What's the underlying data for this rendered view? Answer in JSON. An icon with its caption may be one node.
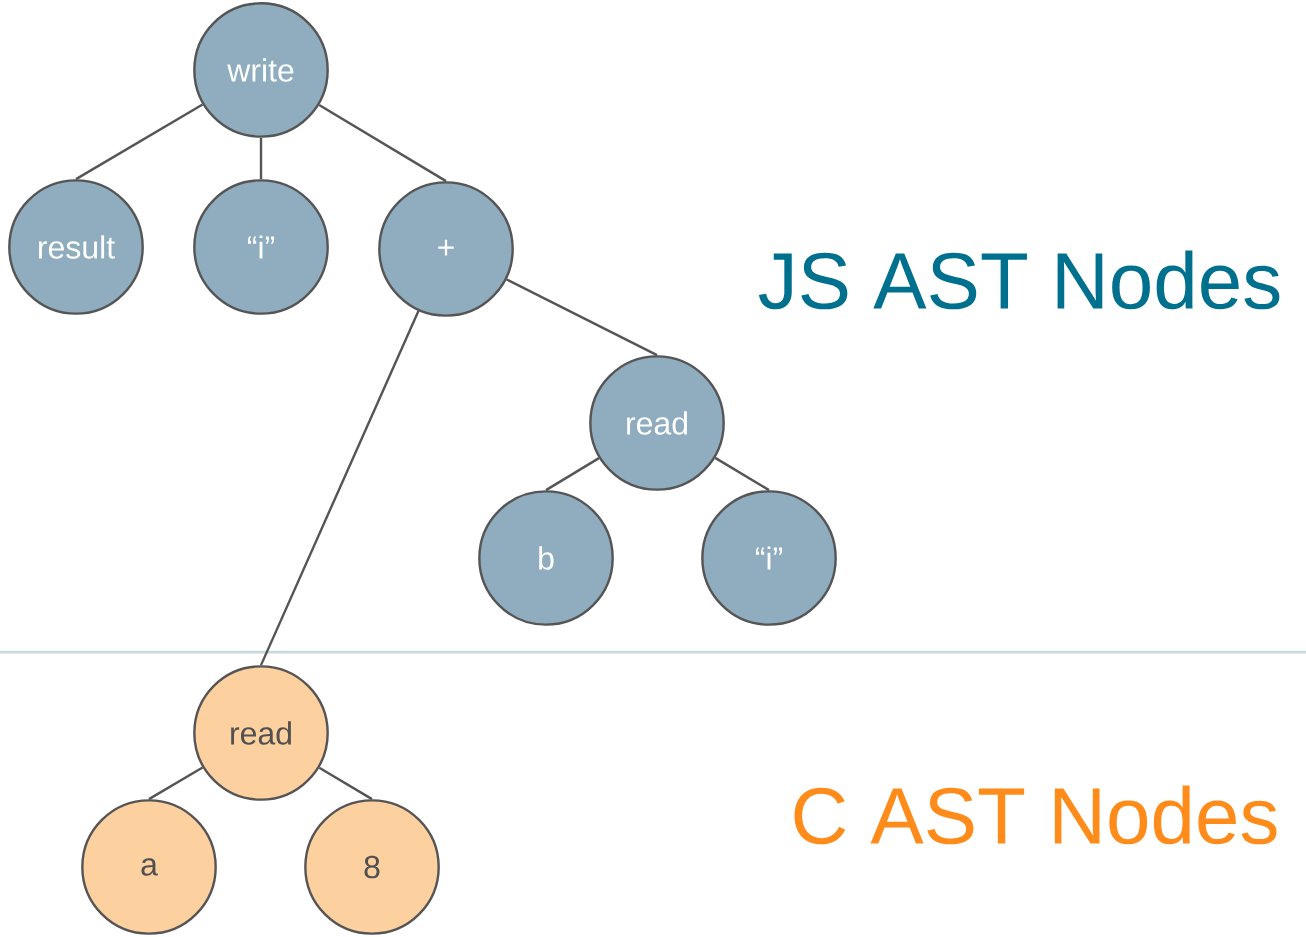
{
  "diagram": {
    "nodes": [
      {
        "text": [
          "write"
        ]
      },
      {
        "text": [
          "result"
        ]
      },
      {
        "text": [
          "“i”"
        ]
      },
      {
        "text": [
          "+"
        ]
      },
      {
        "text": [
          "read"
        ]
      },
      {
        "text": [
          "b"
        ]
      },
      {
        "text": [
          "“i”"
        ]
      },
      {
        "text": [
          "read"
        ]
      },
      {
        "text": [
          "a"
        ]
      },
      {
        "text": [
          "8"
        ]
      }
    ],
    "edges": [
      {
        "from": 0,
        "to": 1,
        "arrow": "none"
      },
      {
        "from": 0,
        "to": 2,
        "arrow": "none"
      },
      {
        "from": 0,
        "to": 3,
        "arrow": "none"
      },
      {
        "from": 3,
        "to": 7,
        "arrow": "none"
      },
      {
        "from": 3,
        "to": 4,
        "arrow": "none"
      },
      {
        "from": 4,
        "to": 5,
        "arrow": "none"
      },
      {
        "from": 4,
        "to": 6,
        "arrow": "none"
      },
      {
        "from": 7,
        "to": 8,
        "arrow": "none"
      },
      {
        "from": 7,
        "to": 9,
        "arrow": "none"
      }
    ],
    "labels": [
      "JS AST Nodes",
      "C AST Nodes"
    ]
  }
}
